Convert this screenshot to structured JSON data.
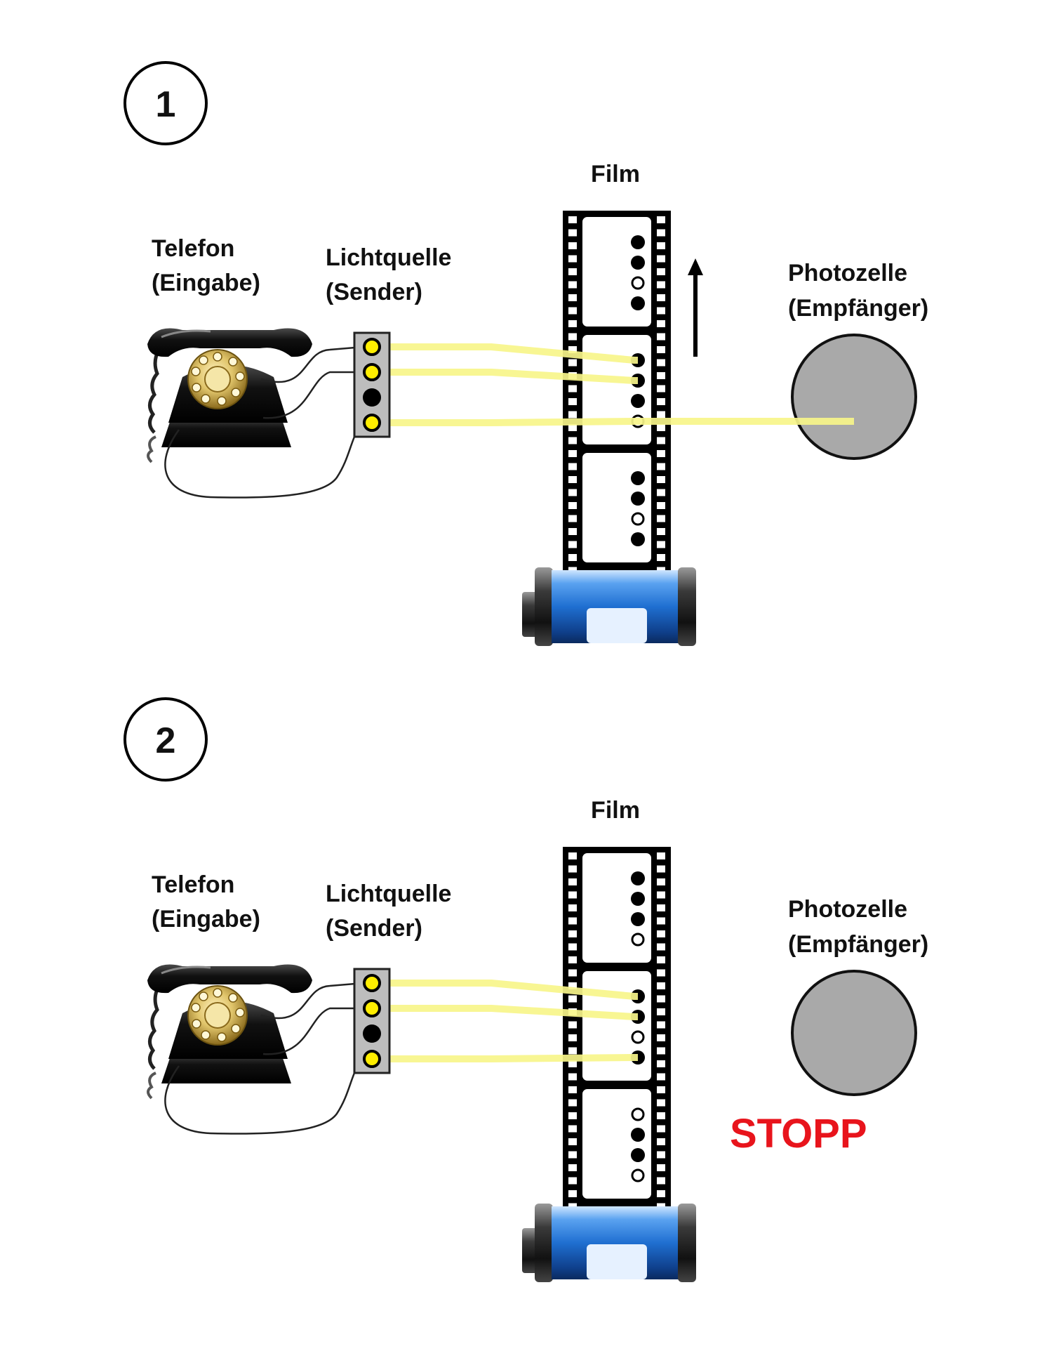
{
  "panels": [
    {
      "number": "1",
      "film_label": "Film",
      "telefon_label": [
        "Telefon",
        "(Eingabe)"
      ],
      "lichtquelle_label": [
        "Lichtquelle",
        "(Sender)"
      ],
      "photozelle_label": [
        "Photozelle",
        "(Empfänger)"
      ],
      "source_lights": [
        "on",
        "on",
        "off",
        "on"
      ],
      "frames": [
        [
          "filled",
          "filled",
          "open",
          "filled"
        ],
        [
          "filled",
          "filled",
          "filled",
          "open"
        ],
        [
          "filled",
          "filled",
          "open",
          "filled"
        ]
      ],
      "beam_reaches_photocell": true,
      "moving_arrow": true,
      "stop_text": ""
    },
    {
      "number": "2",
      "film_label": "Film",
      "telefon_label": [
        "Telefon",
        "(Eingabe)"
      ],
      "lichtquelle_label": [
        "Lichtquelle",
        "(Sender)"
      ],
      "photozelle_label": [
        "Photozelle",
        "(Empfänger)"
      ],
      "source_lights": [
        "on",
        "on",
        "off",
        "on"
      ],
      "frames": [
        [
          "filled",
          "filled",
          "filled",
          "open"
        ],
        [
          "filled",
          "filled",
          "open",
          "filled"
        ],
        [
          "open",
          "filled",
          "filled",
          "open"
        ]
      ],
      "beam_reaches_photocell": false,
      "moving_arrow": false,
      "stop_text": "STOPP"
    }
  ],
  "colors": {
    "beam": "#f7f58a",
    "led_on": "#ffee00",
    "led_off": "#000000",
    "sender_box": "#bdbdbd",
    "photocell": "#a9a9a9",
    "stop": "#e8141c",
    "canister_blue": "#2f7fd6"
  },
  "icons": {
    "telephone": "rotary-telephone-icon",
    "canister": "film-canister-icon",
    "arrow": "up-arrow-icon"
  }
}
